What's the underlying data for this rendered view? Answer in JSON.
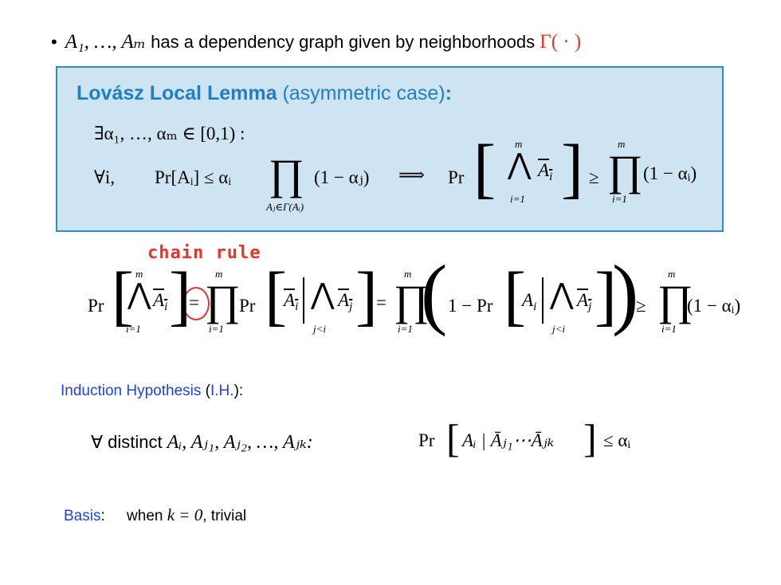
{
  "bullet": {
    "symbol": "•",
    "events": "A₁, …, Aₘ",
    "text": "has a dependency graph given by neighborhoods",
    "gamma": "Γ( · )"
  },
  "lemma": {
    "title_bold": "Lovász Local Lemma",
    "title_paren": "(asymmetric case)",
    "title_colon": ":",
    "line1": "∃α₁, …, αₘ ∈ [0,1) :",
    "forall": "∀i,",
    "pr_ai": "Pr[Aᵢ] ≤ αᵢ",
    "prod_sub": "Aⱼ∈Γ(Aᵢ)",
    "one_minus_aj": "(1 − αⱼ)",
    "implies": "⟹",
    "pr": "Pr",
    "m": "m",
    "i_eq_1": "i=1",
    "one_minus_ai": "(1 − αᵢ)",
    "geq": "≥"
  },
  "chain": {
    "label": "chain rule",
    "pr": "Pr",
    "eq": "=",
    "geq": "≥",
    "m": "m",
    "i_eq_1": "i=1",
    "j_lt_i": "j<i",
    "one_minus_pr": "1 − Pr",
    "one_minus_ai": "(1 − αᵢ)"
  },
  "induction": {
    "label_a": "Induction Hypothesis",
    "label_b": "(",
    "label_c": "I.H.",
    "label_d": "):",
    "forall_distinct": "∀ distinct",
    "events": "Aᵢ, Aⱼ₁, Aⱼ₂, …, Aⱼₖ:",
    "pr": "Pr",
    "cond": "Aᵢ | Āⱼ₁⋯Āⱼₖ",
    "rhs": "≤ αᵢ"
  },
  "basis": {
    "label": "Basis",
    "colon": ":",
    "text_a": "when",
    "k_eq_0": "k = 0",
    "text_b": ", trivial"
  },
  "colors": {
    "red": "#e8332a",
    "blue": "#1f42e6",
    "box_fill": "#cfe4f2",
    "box_border": "#2b8bcb",
    "box_title": "#1f7fc3"
  }
}
